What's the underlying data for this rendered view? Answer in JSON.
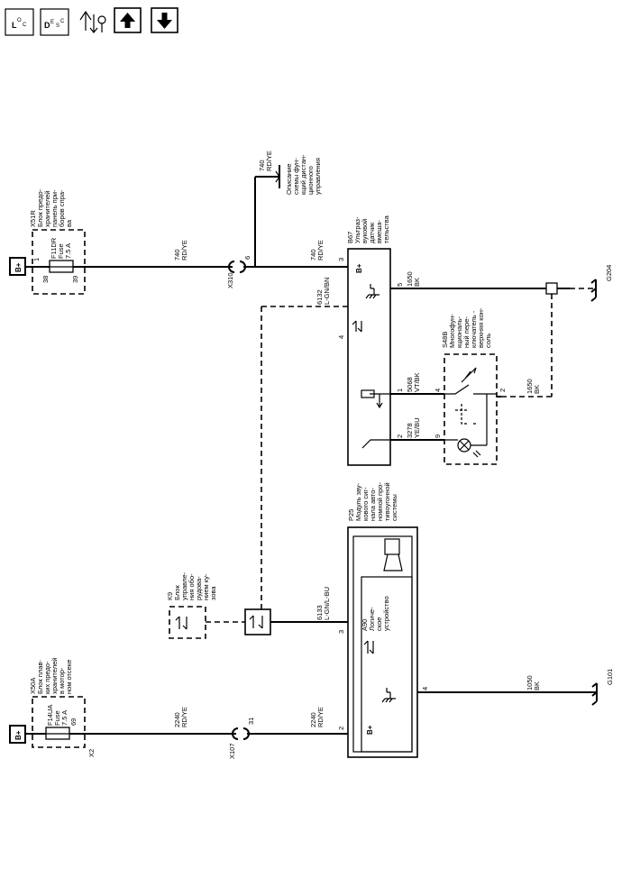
{
  "toolbar": {
    "loc_main": "L",
    "loc_sub1": "O",
    "loc_sub2": "C",
    "desc_main": "D",
    "desc_sub1": "E",
    "desc_sub2": "S",
    "desc_sub3": "C"
  },
  "diagram": {
    "bplus": "B+",
    "x51r": {
      "ref": "X51R",
      "desc": [
        "Блок предо-",
        "хранителей",
        "панель при-",
        "боров спра-",
        "ва"
      ],
      "fuse": [
        "F11DR",
        "Fuse",
        "7.5 A"
      ],
      "pin_top": "1",
      "pin_a": "38",
      "pin_b": "39"
    },
    "x50a": {
      "ref": "X50A",
      "desc": [
        "Блок плав-",
        "ких предо-",
        "хранителей",
        "в мотор-",
        "ном отсеке"
      ],
      "fuse": [
        "F14UA",
        "Fuse",
        "7.5 A"
      ],
      "pin_a": "69",
      "conn": "X2"
    },
    "wire740_top": {
      "num": "740",
      "color": "RD/YE",
      "desc": [
        "Описание",
        "схемы фун-",
        "кций дистан-",
        "ционного",
        "управления"
      ]
    },
    "wire740_a": {
      "num": "740",
      "color": "RD/YE"
    },
    "wire740_b": {
      "num": "740",
      "color": "RD/YE"
    },
    "x310": {
      "ref": "X310",
      "pin": "6"
    },
    "x107": {
      "ref": "X107",
      "pin": "31"
    },
    "wire2240_a": {
      "num": "2240",
      "color": "RD/YE"
    },
    "wire2240_b": {
      "num": "2240",
      "color": "RD/YE"
    },
    "b67": {
      "ref": "B67",
      "desc": [
        "Ультраз-",
        "вуковой",
        "датчик",
        "вмеша-",
        "тельства"
      ],
      "bplus": "B+",
      "pin3": "3",
      "pin5": "5",
      "pin4": "4",
      "pin1": "1",
      "pin2": "2"
    },
    "wire1650_a": {
      "num": "1650",
      "color": "BK"
    },
    "wire1650_b": {
      "num": "1650",
      "color": "BK"
    },
    "g204": "G204",
    "g101": "G101",
    "wire6132": {
      "num": "6132",
      "color": "L-GN/BN"
    },
    "wire6133": {
      "num": "6133",
      "color": "L-GN/L-BU"
    },
    "wire5068": {
      "num": "5068",
      "color": "VT/BK"
    },
    "wire3278": {
      "num": "3278",
      "color": "YE/BU"
    },
    "wire1050": {
      "num": "1050",
      "color": "BK"
    },
    "s48b": {
      "ref": "S48B",
      "desc": [
        "Многофун-",
        "кциональ-",
        "ный пере-",
        "ключатель -",
        "верхняя кон-",
        "соль"
      ],
      "pin4": "4",
      "pin2": "2",
      "pin9": "9"
    },
    "k9": {
      "ref": "K9",
      "desc": [
        "Блок",
        "управле-",
        "ния обо-",
        "рудова-",
        "нием ку-",
        "зова"
      ]
    },
    "p25": {
      "ref": "P25",
      "desc": [
        "Модуль зву-",
        "кового сиг-",
        "нала авто-",
        "номной про-",
        "тивоугонной",
        "системы"
      ],
      "pin3": "3",
      "pin4": "4",
      "pin2": "2",
      "bplus": "B+"
    },
    "a90": {
      "ref": "A90",
      "desc": [
        "Логиче-",
        "ское",
        "устройство"
      ]
    }
  }
}
